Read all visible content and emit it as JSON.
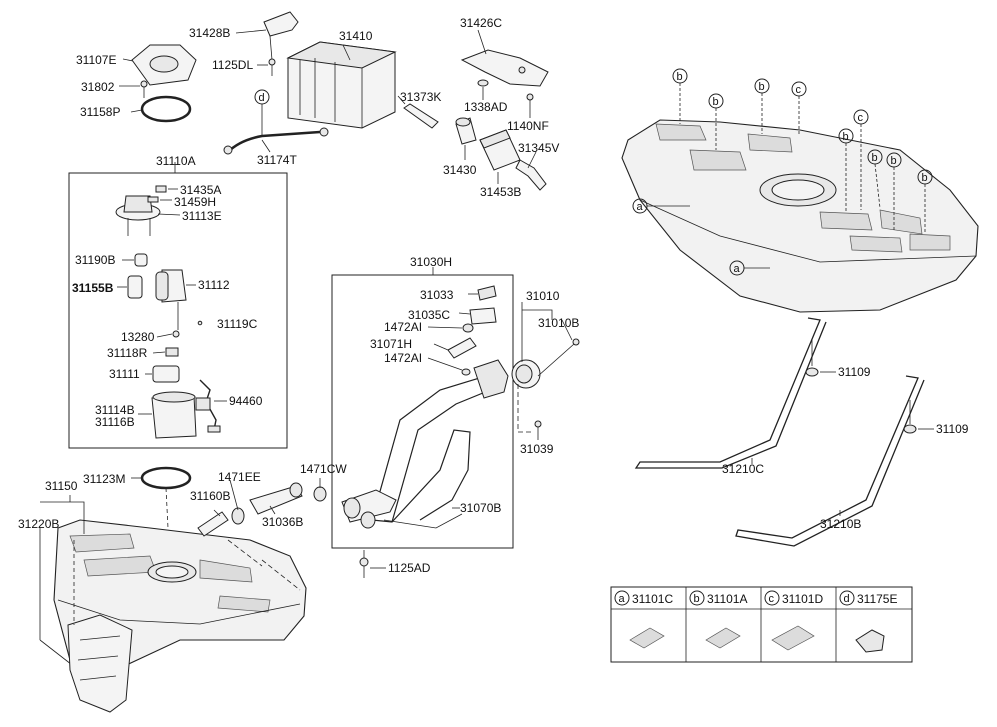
{
  "labels": {
    "p31107E": "31107E",
    "p31802": "31802",
    "p31158P": "31158P",
    "p31428B": "31428B",
    "p1125DL": "1125DL",
    "p31410": "31410",
    "p31426C": "31426C",
    "p31373K": "31373K",
    "p1338AD": "1338AD",
    "p1140NF": "1140NF",
    "p31174T": "31174T",
    "p31430": "31430",
    "p31345V": "31345V",
    "p31453B": "31453B",
    "p31110A": "31110A",
    "p31435A": "31435A",
    "p31459H": "31459H",
    "p31113E": "31113E",
    "p31190B": "31190B",
    "p31112": "31112",
    "p31155B": "31155B",
    "p13280": "13280",
    "p31119C": "31119C",
    "p31118R": "31118R",
    "p31111": "31111",
    "p31114B": "31114B",
    "p31116B": "31116B",
    "p94460": "94460",
    "p31030H": "31030H",
    "p31033": "31033",
    "p31035C": "31035C",
    "p1472AI_a": "1472AI",
    "p31071H": "31071H",
    "p1472AI_b": "1472AI",
    "p31010": "31010",
    "p31010B": "31010B",
    "p31039": "31039",
    "p31070B": "31070B",
    "p1125AD": "1125AD",
    "p31123M": "31123M",
    "p31150": "31150",
    "p31220B": "31220B",
    "p1471EE": "1471EE",
    "p31160B": "31160B",
    "p31036B": "31036B",
    "p1471CW": "1471CW",
    "p31109_a": "31109",
    "p31109_b": "31109",
    "p31210C": "31210C",
    "p31210B": "31210B",
    "callout_d": "d",
    "tank_a1": "a",
    "tank_a2": "a",
    "tank_b1": "b",
    "tank_b2": "b",
    "tank_b3": "b",
    "tank_b4": "b",
    "tank_b5": "b",
    "tank_b6": "b",
    "tank_b7": "b",
    "tank_c1": "c",
    "tank_c2": "c"
  },
  "legend": [
    {
      "letter": "a",
      "part": "31101C"
    },
    {
      "letter": "b",
      "part": "31101A"
    },
    {
      "letter": "c",
      "part": "31101D"
    },
    {
      "letter": "d",
      "part": "31175E"
    }
  ]
}
